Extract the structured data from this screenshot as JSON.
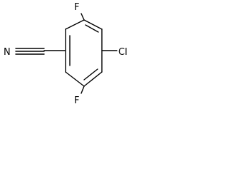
{
  "molecule": {
    "atoms": {
      "fluorine_top": "F",
      "fluorine_bottom": "F",
      "nitrogen": "N",
      "chlorine": "Cl"
    }
  }
}
